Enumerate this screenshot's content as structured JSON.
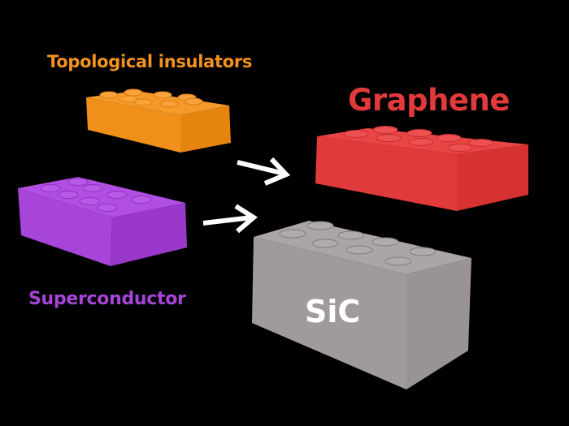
{
  "diagram": {
    "background": "#000000",
    "bricks": [
      {
        "id": "topological-insulators",
        "label": "Topological insulators",
        "color": "#f4921d",
        "studs": 8
      },
      {
        "id": "superconductor",
        "label": "Superconductor",
        "color": "#a744d8",
        "studs": 8
      },
      {
        "id": "graphene",
        "label": "Graphene",
        "color": "#e23a3a",
        "studs": 8
      },
      {
        "id": "sic",
        "label": "SiC",
        "color": "#a59e9e",
        "studs": 8
      }
    ],
    "arrows": [
      {
        "from": "topological-insulators",
        "to": "graphene",
        "color": "#ffffff"
      },
      {
        "from": "superconductor",
        "to": "sic",
        "color": "#ffffff"
      }
    ]
  }
}
